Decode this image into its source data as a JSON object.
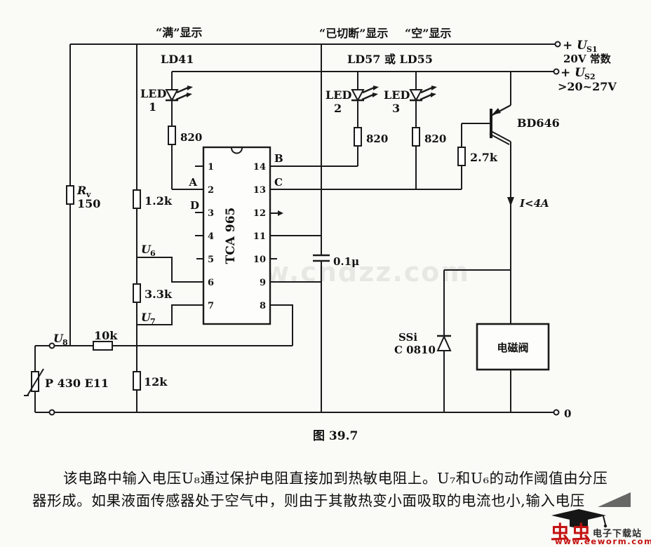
{
  "labels": {
    "display_full": "“满”显示",
    "display_cutoff": "“已切断”显示",
    "display_empty": "“空”显示",
    "ld41": "LD41",
    "ld57_55": "LD57 或 LD55"
  },
  "supply": {
    "us1_main": "+ U",
    "us1_sub": "S1",
    "us1_desc": "20V 常数",
    "us2_main": "+ U",
    "us2_sub": "S2",
    "us2_desc": ">20~27V",
    "zero": "0"
  },
  "ic": {
    "name": "TCA 965",
    "pins_left": [
      "1",
      "2",
      "3",
      "4",
      "5",
      "6",
      "7"
    ],
    "pins_right": [
      "14",
      "13",
      "12",
      "11",
      "10",
      "9",
      "8"
    ],
    "port_a": "A",
    "port_b": "B",
    "port_c": "C",
    "port_d": "D"
  },
  "parts": {
    "led1": {
      "label": "LED",
      "num": "1",
      "res": "820"
    },
    "led2": {
      "label": "LED",
      "num": "2",
      "res": "820"
    },
    "led3": {
      "label": "LED",
      "num": "3",
      "res": "820"
    },
    "rv_main": "R",
    "rv_sub": "v",
    "rv_val": "150",
    "r1k2": "1.2k",
    "r3k3": "3.3k",
    "r10k": "10k",
    "r12k": "12k",
    "r2k7": "2.7k",
    "cap": "0.1μ",
    "u6_main": "U",
    "u6_sub": "6",
    "u7_main": "U",
    "u7_sub": "7",
    "u8_main": "U",
    "u8_sub": "8",
    "thermistor": "P 430 E11",
    "transistor": "BD646",
    "current": "I<4A",
    "diode1": "SSi",
    "diode2": "C 0810",
    "valve": "电磁阀"
  },
  "caption": "图 39.7",
  "watermark": "www.cndzz.com",
  "description": {
    "line1": "该电路中输入电压U₈通过保护电阻直接加到热敏电阻上。U₇和U₆的动作阈值由分压",
    "line2": "器形成。如果液面传感器处于空气中，则由于其散热变小面吸取的电流也小,输入电压"
  },
  "logo": {
    "brand": "虫虫",
    "site": "电子下载站",
    "url": "www.eeworm.com"
  },
  "colors": {
    "ink": "#1a1a1a",
    "accent_red": "#c41212",
    "paper": "#fafaf6"
  }
}
